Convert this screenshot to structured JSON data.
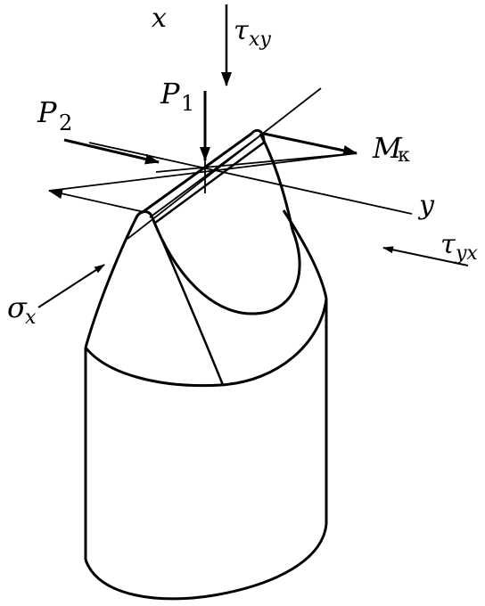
{
  "labels": {
    "x_axis": {
      "main": "x"
    },
    "y_axis": {
      "main": "y"
    },
    "tau_xy": {
      "main": "τ",
      "sub": "xy"
    },
    "tau_yx": {
      "main": "τ",
      "sub": "yx"
    },
    "p1": {
      "main": "P",
      "sub": "1"
    },
    "p2": {
      "main": "P",
      "sub": "2"
    },
    "mk": {
      "main": "M",
      "sub": "к"
    },
    "sigma_x": {
      "main": "σ",
      "sub": "x"
    }
  },
  "colors": {
    "stroke": "#000000",
    "background": "#ffffff"
  }
}
